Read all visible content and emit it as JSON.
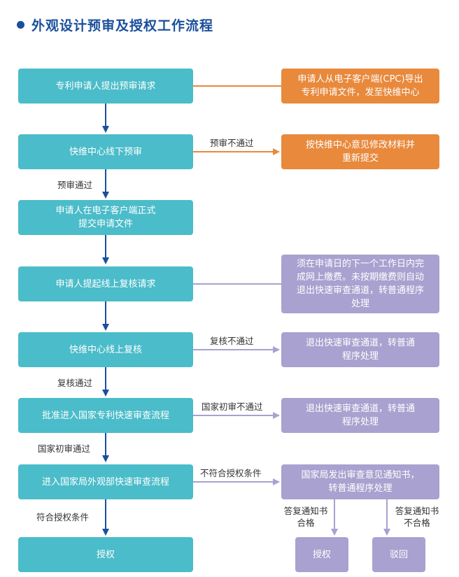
{
  "title": "外观设计预审及授权工作流程",
  "colors": {
    "title": "#1a4f9c",
    "main_step": "#4bbcc9",
    "note_orange": "#e8893c",
    "note_purple": "#a9a1cf",
    "main_arrow": "#1a4f9c"
  },
  "main_steps": [
    "专利申请人提出预审请求",
    "快维中心线下预审",
    "申请人在电子客户端正式\n提交申请文件",
    "申请人提起线上复核请求",
    "快维中心线上复核",
    "批准进入国家专利快速审查流程",
    "进入国家局外观部快速审查流程",
    "授权"
  ],
  "side_notes": [
    "申请人从电子客户端(CPC)导出\n专利申请文件，发至快维中心",
    "按快维中心意见修改材料并\n重新提交",
    "须在申请日的下一个工作日内完\n成网上缴费。未按期缴费则自动\n退出快速审查通道，转普通程序\n处理",
    "退出快速审查通道，转普通\n程序处理",
    "退出快速审查通道，转普通\n程序处理",
    "国家局发出审查意见通知书，\n转普通程序处理"
  ],
  "outcomes": [
    "授权",
    "驳回"
  ],
  "labels": {
    "pre_fail": "预审不通过",
    "pre_pass": "预审通过",
    "review_fail": "复核不通过",
    "review_pass": "复核通过",
    "national_fail": "国家初审不通过",
    "national_pass": "国家初审通过",
    "not_meet": "不符合授权条件",
    "meet": "符合授权条件",
    "reply_ok": "答复通知书\n合格",
    "reply_fail": "答复通知书\n不合格"
  }
}
